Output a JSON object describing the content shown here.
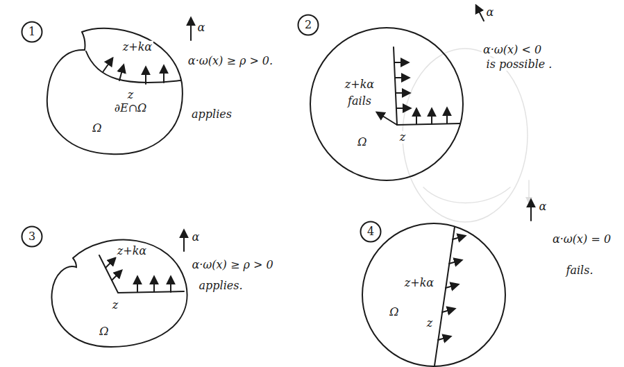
{
  "diagram": {
    "nodes": [
      {
        "text": [
          "1"
        ]
      },
      {
        "text": [
          "2"
        ]
      },
      {
        "text": [
          "3"
        ]
      },
      {
        "text": [
          "4"
        ]
      }
    ],
    "labels": [
      "α",
      "α·ω(x) ≥ ρ > 0.",
      "applies",
      "z+kα",
      "z",
      "∂E∩Ω",
      "Ω",
      "α",
      "α·ω(x) < 0",
      "is possible .",
      "z+kα",
      "fails",
      "z",
      "Ω",
      "α",
      "α·ω(x) ≥ ρ > 0",
      "applies.",
      "z+kα",
      "z",
      "Ω",
      "α",
      "α·ω(x) = 0",
      "fails.",
      "z+kα",
      "z",
      "Ω"
    ]
  }
}
